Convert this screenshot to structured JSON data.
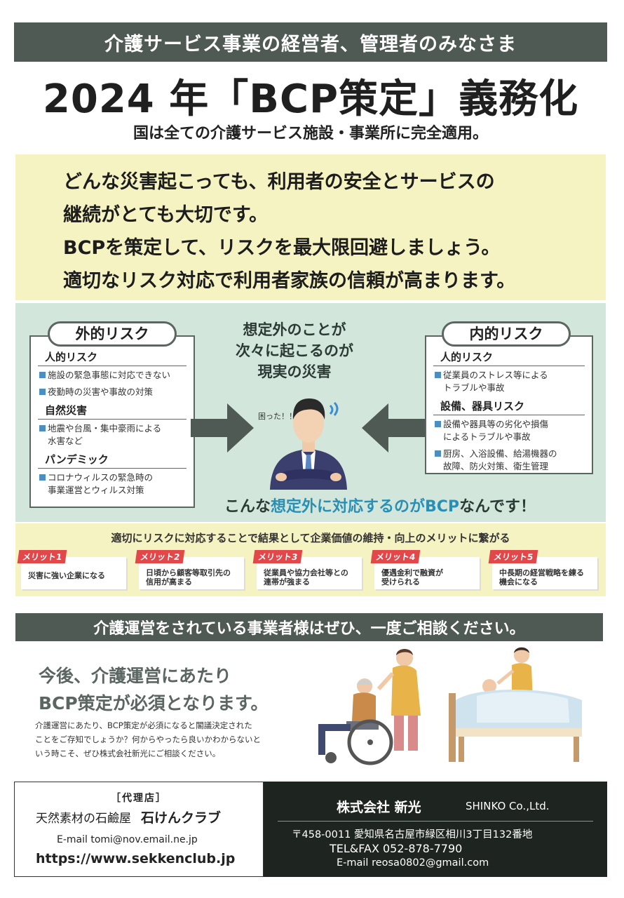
{
  "header": {
    "banner": "介護サービス事業の経営者、管理者のみなさま",
    "title": "2024 年「BCP策定」義務化",
    "subtitle": "国は全ての介護サービス施設・事業所に完全適用。"
  },
  "intro": {
    "lines": [
      "どんな災害起こっても、利用者の安全とサービスの",
      "継続がとても大切です。",
      "BCPを策定して、リスクを最大限回避しましょう。",
      "適切なリスク対応で利用者家族の信頼が高まります。"
    ]
  },
  "external_risk": {
    "tag": "外的リスク",
    "groups": [
      {
        "title": "人的リスク",
        "items": [
          "施設の緊急事態に対応できない",
          "夜勤時の災害や事故の対策"
        ]
      },
      {
        "title": "自然災害",
        "items": [
          "地震や台風・集中豪雨による\n水害など"
        ]
      },
      {
        "title": "パンデミック",
        "items": [
          "コロナウィルスの緊急時の\n事業運営とウィルス対策"
        ]
      }
    ]
  },
  "internal_risk": {
    "tag": "内的リスク",
    "groups": [
      {
        "title": "人的リスク",
        "items": [
          "従業員のストレス等による\nトラブルや事故"
        ]
      },
      {
        "title": "設備、器具リスク",
        "items": [
          "設備や器具等の劣化や損傷\nによるトラブルや事故",
          "厨房、入浴設備、給湯機器の\n故障、防火対策、衛生管理"
        ]
      }
    ]
  },
  "center": {
    "lines": [
      "想定外のことが",
      "次々に起こるのが",
      "現実の災害"
    ],
    "exclaim": "困った！！",
    "slogan_pre": "こんな",
    "slogan_hl": "想定外に対応するのがBCP",
    "slogan_post": "なんです！"
  },
  "merits": {
    "heading": "適切にリスクに対応することで結果として企業価値の維持・向上のメリットに繋がる",
    "items": [
      {
        "label": "メリット1",
        "text": "災害に強い企業になる"
      },
      {
        "label": "メリット2",
        "text": "日頃から顧客等取引先の\n信用が高まる"
      },
      {
        "label": "メリット3",
        "text": "従業員や協力会社等との\n連帯が強まる"
      },
      {
        "label": "メリット4",
        "text": "優遇金利で融資が\n受けられる"
      },
      {
        "label": "メリット5",
        "text": "中長期の経営戦略を練る\n機会になる"
      }
    ]
  },
  "consult": {
    "banner": "介護運営をされている事業者様はぜひ、一度ご相談ください。",
    "head_lines": [
      "今後、介護運営にあたり",
      "BCP策定が必須となります。"
    ],
    "body_lines": [
      "介護運営にあたり、BCP策定が必須になると閣議決定された",
      "ことをご存知でしょうか？何からやったら良いかわからないと",
      "いう時こそ、ぜひ株式会社新光にご相談ください。"
    ]
  },
  "agent": {
    "label": "［代理店］",
    "shop_type": "天然素材の石鹼屋",
    "shop_name": "石けんクラブ",
    "email": "E-mail  tomi@nov.email.ne.jp",
    "url": "https://www.sekkenclub.jp"
  },
  "company": {
    "name": "株式会社 新光",
    "name_en": "SHINKO Co.,Ltd.",
    "address": "〒458-0011 愛知県名古屋市緑区相川3丁目132番地",
    "tel": "TEL&FAX  052-878-7790",
    "email": "E-mail  reosa0802@gmail.com"
  },
  "colors": {
    "banner": "#4f5a55",
    "yellow": "#f6f3c2",
    "green": "#d2e6dc",
    "accent_blue": "#2a8fb4",
    "merit_red": "#e2474a"
  }
}
